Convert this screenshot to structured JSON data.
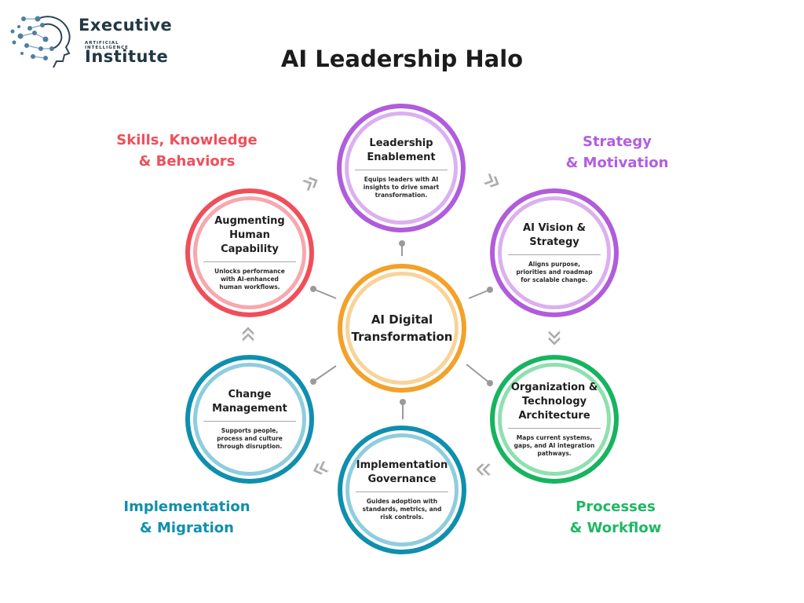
{
  "brand": {
    "line1": "Executive",
    "line2": "ARTIFICIAL INTELLIGENCE",
    "line3": "Institute"
  },
  "title": "AI Leadership Halo",
  "center": {
    "title": "AI Digital Transformation"
  },
  "categories": {
    "skills": {
      "line1": "Skills, Knowledge",
      "line2": "& Behaviors",
      "color": "#f04f5a"
    },
    "strategy": {
      "line1": "Strategy",
      "line2": "& Motivation",
      "color": "#b25ee0"
    },
    "processes": {
      "line1": "Processes",
      "line2": "& Workflow",
      "color": "#1fb864"
    },
    "implementation": {
      "line1": "Implementation",
      "line2": "& Migration",
      "color": "#0f8fae"
    }
  },
  "nodes": [
    {
      "key": "leadership",
      "title": "Leadership Enablement",
      "desc": "Equips leaders with AI insights to drive smart transformation.",
      "outer_color": "#b05cdc",
      "inner_color": "#dcb0f0"
    },
    {
      "key": "vision",
      "title": "AI Vision & Strategy",
      "desc": "Aligns purpose, priorities and roadmap for scalable change.",
      "outer_color": "#b05cdc",
      "inner_color": "#dcb0f0"
    },
    {
      "key": "architecture",
      "title": "Organization & Technology Architecture",
      "desc": "Maps current systems, gaps, and AI integration pathways.",
      "outer_color": "#17b45f",
      "inner_color": "#8fe0b0"
    },
    {
      "key": "governance",
      "title": "Implementation Governance",
      "desc": "Guides adoption with standards, metrics, and risk controls.",
      "outer_color": "#0f8fae",
      "inner_color": "#8fcdde"
    },
    {
      "key": "change",
      "title": "Change Management",
      "desc": "Supports people, process and culture through disruption.",
      "outer_color": "#0f8fae",
      "inner_color": "#8fcdde"
    },
    {
      "key": "augmenting",
      "title": "Augmenting Human Capability",
      "desc": "Unlocks performance with AI-enhanced human workflows.",
      "outer_color": "#f04f5a",
      "inner_color": "#f7a8ae"
    }
  ],
  "center_colors": {
    "outer": "#f2a12a",
    "inner": "#f8d39a"
  },
  "connector_color": "#9a9a9a",
  "arrow_color": "#a6a6a6"
}
